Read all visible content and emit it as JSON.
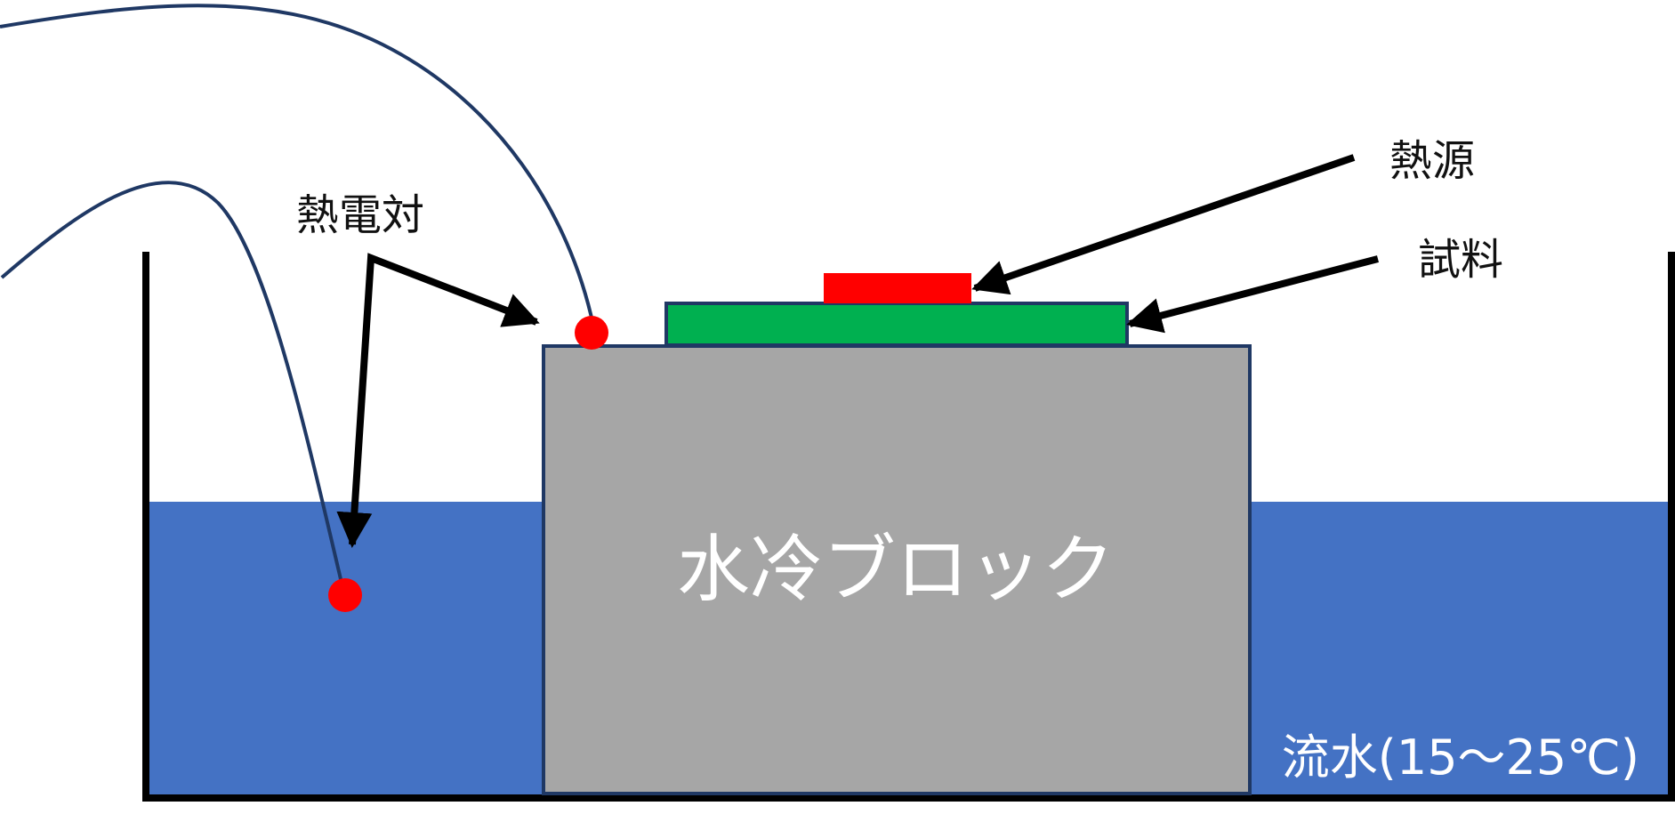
{
  "labels": {
    "thermocouple": "熱電対",
    "heat_source": "熱源",
    "sample": "試料",
    "cooling_block": "水冷ブロック",
    "flowing_water": "流水(15～25℃)"
  },
  "colors": {
    "water": "#4472c4",
    "cooling_block": "#a6a6a6",
    "cooling_block_border": "#1f3864",
    "sample": "#00b050",
    "heat_source": "#ff0000",
    "thermocouple_junction": "#ff0000",
    "thermocouple_wire": "#1f3864",
    "arrow": "#000000",
    "tank": "#000000"
  }
}
